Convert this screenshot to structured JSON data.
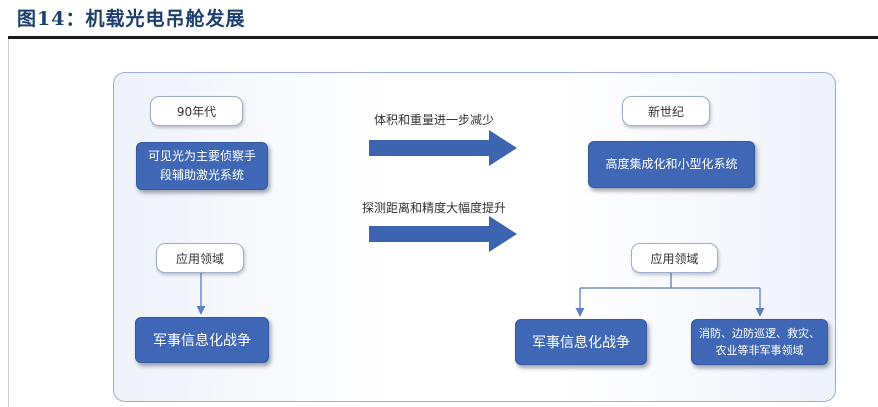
{
  "title": "图14：机载光电吊舱发展",
  "diagram": {
    "left_era": "90年代",
    "left_desc": "可见光为主要侦察手段辅助激光系统",
    "left_app_label": "应用领域",
    "left_app": "军事信息化战争",
    "arrow_top_label": "体积和重量进一步减少",
    "arrow_bottom_label": "探测距离和精度大幅度提升",
    "right_era": "新世纪",
    "right_desc": "高度集成化和小型化系统",
    "right_app_label": "应用领域",
    "right_app_1": "军事信息化战争",
    "right_app_2": "消防、边防巡逻、救灾、农业等非军事领域"
  },
  "colors": {
    "box_blue": "#3f67b5",
    "arrow_blue": "#3c64b1",
    "title_blue": "#1c3f6e",
    "connector": "#5b7ec4"
  }
}
